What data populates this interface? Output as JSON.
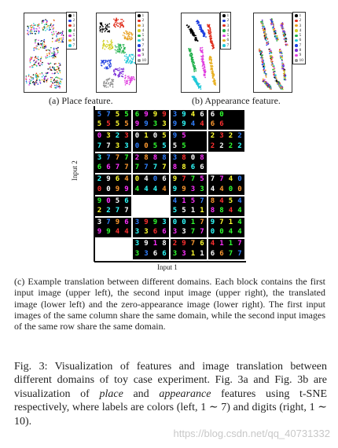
{
  "figure": {
    "place_legend": [
      "1",
      "2",
      "3",
      "4",
      "5",
      "6",
      "7"
    ],
    "appearance_legend": [
      "1",
      "2",
      "3",
      "4",
      "5",
      "6",
      "7",
      "8",
      "9",
      "10"
    ],
    "place_colors": [
      "#000000",
      "#1f3fe0",
      "#e0301f",
      "#1fb04a",
      "#e040e0",
      "#e8b020",
      "#20c8d8"
    ],
    "appearance_colors": [
      "#000000",
      "#e0301f",
      "#e8a020",
      "#d0d020",
      "#1fb04a",
      "#20c8d8",
      "#1f3fe0",
      "#7b30d8",
      "#e040e0",
      "#909090"
    ],
    "subcaption_a": "(a) Place feature.",
    "subcaption_b": "(b) Appearance feature.",
    "axis_y_label": "Input 2",
    "axis_x_label": "Input 1",
    "grid_digits": [
      [
        "5755",
        "6999",
        "3946",
        "60  "
      ],
      [
        "5555",
        "9933",
        "9944",
        "66  "
      ],
      [
        "0323",
        "0105",
        "95  ",
        "2322"
      ],
      [
        "7733",
        "0055",
        "55  ",
        "2222"
      ],
      [
        "3777",
        "2888",
        "3808",
        "    "
      ],
      [
        "6677",
        "7777",
        "8866",
        "    "
      ],
      [
        "2964",
        "0406",
        "9775",
        "7740"
      ],
      [
        "0099",
        "4444",
        "9933",
        "4400"
      ],
      [
        "9056",
        "    ",
        "4157",
        "8454"
      ],
      [
        "2277",
        "    ",
        "5511",
        "8844"
      ],
      [
        "3796",
        "3993",
        "0017",
        "9714"
      ],
      [
        "9944",
        "3366",
        "3377",
        "0044"
      ],
      [
        "    ",
        "3918",
        "2976",
        "4117"
      ],
      [
        "    ",
        "3366",
        "3311",
        "6677"
      ]
    ]
  },
  "caption_c": "(c) Example translation between different domains. Each block contains the first input image (upper left), the second input image (upper right), the translated image (lower left) and the zero-appearance image (lower right). The first input images of the same column share the same domain, while the second input images of the same row share the same domain.",
  "main_caption": {
    "prefix": "Fig. 3: Visualization of features and image translation between different domains of toy case experiment. Fig. 3a and Fig. 3b are visualization of ",
    "place": "place",
    "mid1": " and ",
    "appearance": "appearance",
    "mid2": " features using t-SNE respectively, where labels are colors (left, 1 ∼ 7) and digits (right, 1 ∼ 10)."
  },
  "watermark": "https://blog.csdn.net/qq_40731332"
}
